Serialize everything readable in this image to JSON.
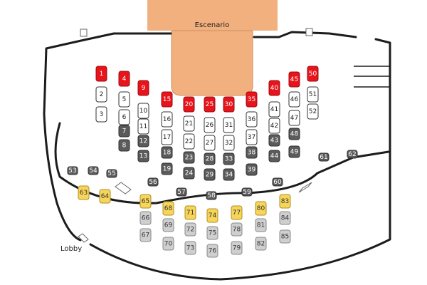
{
  "stage_label": "Escenario",
  "lobby_label": "Lobby",
  "colors": {
    "red": "#e8141c",
    "white": "#ffffff",
    "dark": "#5b5b5b",
    "yellow": "#f6d55a",
    "light": "#cfcfcf",
    "stage": "#f2b07e",
    "wall": "#1c1c1c"
  },
  "seats": [
    {
      "n": "1",
      "c": "red"
    },
    {
      "n": "2",
      "c": "white"
    },
    {
      "n": "3",
      "c": "white"
    },
    {
      "n": "4",
      "c": "red"
    },
    {
      "n": "5",
      "c": "white"
    },
    {
      "n": "6",
      "c": "white"
    },
    {
      "n": "7",
      "c": "dark"
    },
    {
      "n": "8",
      "c": "dark"
    },
    {
      "n": "9",
      "c": "red"
    },
    {
      "n": "10",
      "c": "white"
    },
    {
      "n": "11",
      "c": "white"
    },
    {
      "n": "12",
      "c": "dark"
    },
    {
      "n": "13",
      "c": "dark"
    },
    {
      "n": "15",
      "c": "red"
    },
    {
      "n": "16",
      "c": "white"
    },
    {
      "n": "17",
      "c": "white"
    },
    {
      "n": "18",
      "c": "dark"
    },
    {
      "n": "19",
      "c": "dark"
    },
    {
      "n": "20",
      "c": "red"
    },
    {
      "n": "21",
      "c": "white"
    },
    {
      "n": "22",
      "c": "white"
    },
    {
      "n": "23",
      "c": "dark"
    },
    {
      "n": "24",
      "c": "dark"
    },
    {
      "n": "25",
      "c": "red"
    },
    {
      "n": "26",
      "c": "white"
    },
    {
      "n": "27",
      "c": "white"
    },
    {
      "n": "28",
      "c": "dark"
    },
    {
      "n": "29",
      "c": "dark"
    },
    {
      "n": "30",
      "c": "red"
    },
    {
      "n": "31",
      "c": "white"
    },
    {
      "n": "32",
      "c": "white"
    },
    {
      "n": "33",
      "c": "dark"
    },
    {
      "n": "34",
      "c": "dark"
    },
    {
      "n": "35",
      "c": "red"
    },
    {
      "n": "36",
      "c": "white"
    },
    {
      "n": "37",
      "c": "white"
    },
    {
      "n": "38",
      "c": "dark"
    },
    {
      "n": "39",
      "c": "dark"
    },
    {
      "n": "40",
      "c": "red"
    },
    {
      "n": "41",
      "c": "white"
    },
    {
      "n": "42",
      "c": "white"
    },
    {
      "n": "43",
      "c": "dark"
    },
    {
      "n": "44",
      "c": "dark"
    },
    {
      "n": "45",
      "c": "red"
    },
    {
      "n": "46",
      "c": "white"
    },
    {
      "n": "47",
      "c": "white"
    },
    {
      "n": "48",
      "c": "dark"
    },
    {
      "n": "49",
      "c": "dark"
    },
    {
      "n": "50",
      "c": "red"
    },
    {
      "n": "51",
      "c": "white"
    },
    {
      "n": "52",
      "c": "white"
    },
    {
      "n": "53",
      "c": "dark"
    },
    {
      "n": "54",
      "c": "dark"
    },
    {
      "n": "55",
      "c": "dark"
    },
    {
      "n": "56",
      "c": "dark"
    },
    {
      "n": "57",
      "c": "dark"
    },
    {
      "n": "58",
      "c": "dark"
    },
    {
      "n": "59",
      "c": "dark"
    },
    {
      "n": "60",
      "c": "dark"
    },
    {
      "n": "61",
      "c": "dark"
    },
    {
      "n": "62",
      "c": "dark"
    },
    {
      "n": "63",
      "c": "yellow"
    },
    {
      "n": "64",
      "c": "yellow"
    },
    {
      "n": "65",
      "c": "yellow"
    },
    {
      "n": "66",
      "c": "light"
    },
    {
      "n": "67",
      "c": "light"
    },
    {
      "n": "68",
      "c": "yellow"
    },
    {
      "n": "69",
      "c": "light"
    },
    {
      "n": "70",
      "c": "light"
    },
    {
      "n": "71",
      "c": "yellow"
    },
    {
      "n": "72",
      "c": "light"
    },
    {
      "n": "73",
      "c": "light"
    },
    {
      "n": "74",
      "c": "yellow"
    },
    {
      "n": "75",
      "c": "light"
    },
    {
      "n": "76",
      "c": "light"
    },
    {
      "n": "77",
      "c": "yellow"
    },
    {
      "n": "78",
      "c": "light"
    },
    {
      "n": "79",
      "c": "light"
    },
    {
      "n": "80",
      "c": "yellow"
    },
    {
      "n": "81",
      "c": "light"
    },
    {
      "n": "82",
      "c": "light"
    },
    {
      "n": "83",
      "c": "yellow"
    },
    {
      "n": "84",
      "c": "light"
    },
    {
      "n": "85",
      "c": "light"
    }
  ]
}
